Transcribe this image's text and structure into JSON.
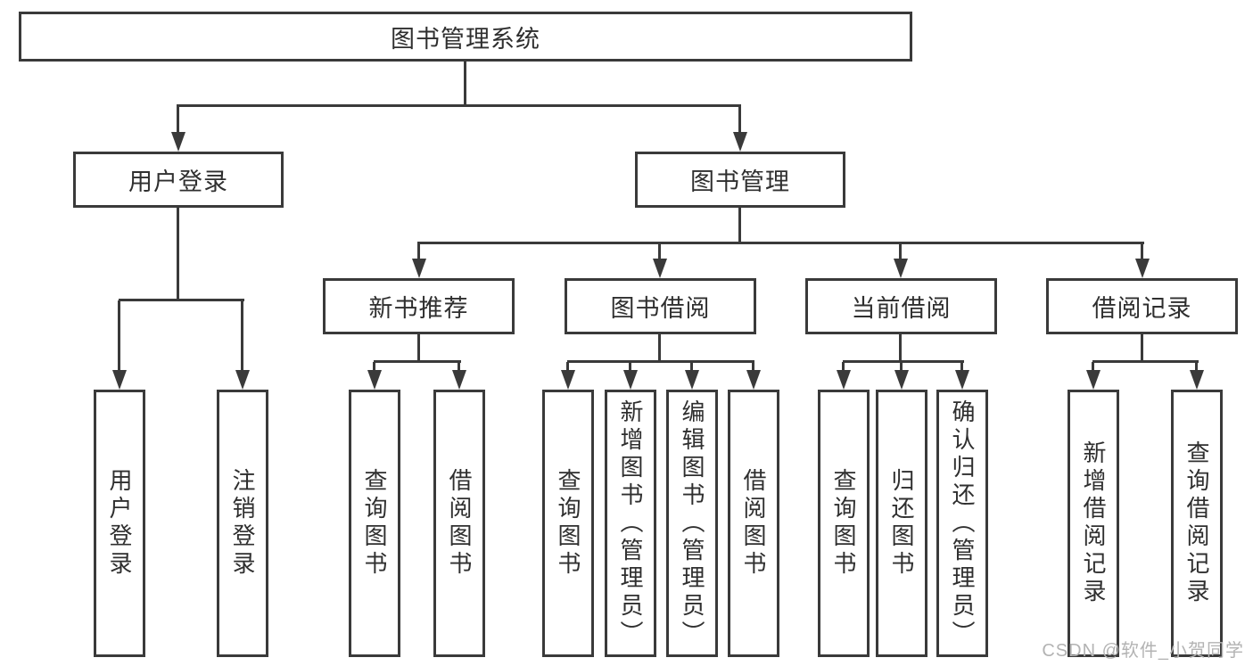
{
  "tree": {
    "root": {
      "label": "图书管理系统",
      "children": [
        {
          "label": "用户登录",
          "children": [
            {
              "label": "用户登录"
            },
            {
              "label": "注销登录"
            }
          ]
        },
        {
          "label": "图书管理",
          "children": [
            {
              "label": "新书推荐",
              "children": [
                {
                  "label": "查询图书"
                },
                {
                  "label": "借阅图书"
                }
              ]
            },
            {
              "label": "图书借阅",
              "children": [
                {
                  "label": "查询图书"
                },
                {
                  "label": "新增图书（管理员）"
                },
                {
                  "label": "编辑图书（管理员）"
                },
                {
                  "label": "借阅图书"
                }
              ]
            },
            {
              "label": "当前借阅",
              "children": [
                {
                  "label": "查询图书"
                },
                {
                  "label": "归还图书"
                },
                {
                  "label": "确认归还（管理员）"
                }
              ]
            },
            {
              "label": "借阅记录",
              "children": [
                {
                  "label": "新增借阅记录"
                },
                {
                  "label": "查询借阅记录"
                }
              ]
            }
          ]
        }
      ]
    }
  },
  "watermark": {
    "text": "CSDN @软件_小贺同学"
  },
  "colors": {
    "line": "#3a3a3a",
    "text": "#2f2f2f",
    "background": "#ffffff",
    "watermark": "#b3b3b3"
  }
}
